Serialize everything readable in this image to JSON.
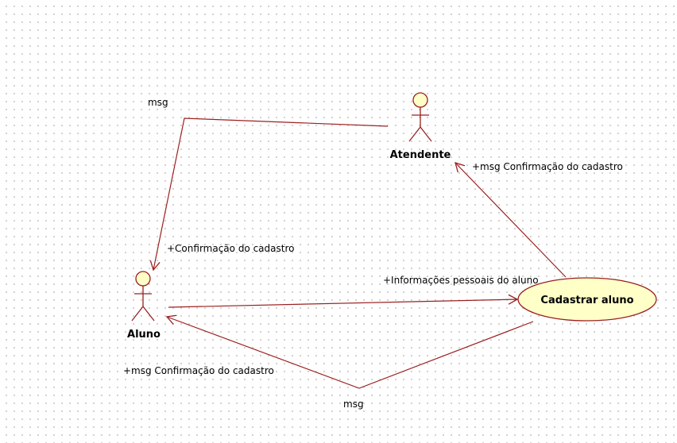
{
  "colors": {
    "line": "#9b2020",
    "actor_head_fill": "#ffffc8",
    "actor_stroke": "#9b2020",
    "usecase_fill": "#ffffc8",
    "usecase_stroke": "#9b2020"
  },
  "actors": {
    "atendente": {
      "name": "Atendente"
    },
    "aluno": {
      "name": "Aluno"
    }
  },
  "usecases": {
    "cadastrar": {
      "name": "Cadastrar aluno"
    }
  },
  "messages": {
    "msg_top": "msg",
    "msg_bottom": "msg",
    "confirm_atendente": "+msg Confirmação do cadastro",
    "confirm_aluno": "+Confirmação do cadastro",
    "info_pessoais": "+Informações pessoais do aluno",
    "msg_confirm_aluno": "+msg Confirmação do cadastro"
  }
}
